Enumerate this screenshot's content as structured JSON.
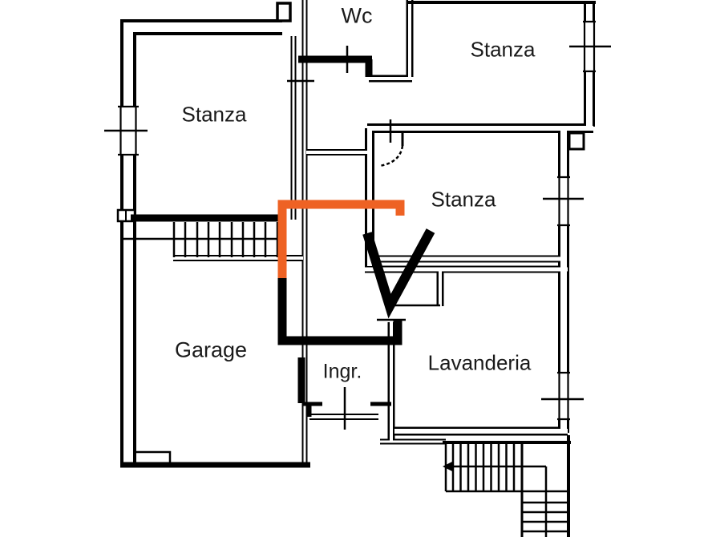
{
  "page": {
    "title": "Floor plan"
  },
  "colors": {
    "wall": "#000000",
    "highlight": "#ee6224",
    "text": "#1a1a1a",
    "background": "#ffffff"
  },
  "rooms": [
    {
      "id": "stanza-top-left",
      "label": "Stanza"
    },
    {
      "id": "wc",
      "label": "Wc"
    },
    {
      "id": "stanza-top-right",
      "label": "Stanza"
    },
    {
      "id": "stanza-middle",
      "label": "Stanza"
    },
    {
      "id": "garage",
      "label": "Garage"
    },
    {
      "id": "ingresso",
      "label": "Ingr."
    },
    {
      "id": "lavanderia",
      "label": "Lavanderia"
    }
  ],
  "annotations": {
    "highlight_path": "orange highlighted wall path",
    "continuation_path": "thick black wall path",
    "v_mark": "V"
  }
}
